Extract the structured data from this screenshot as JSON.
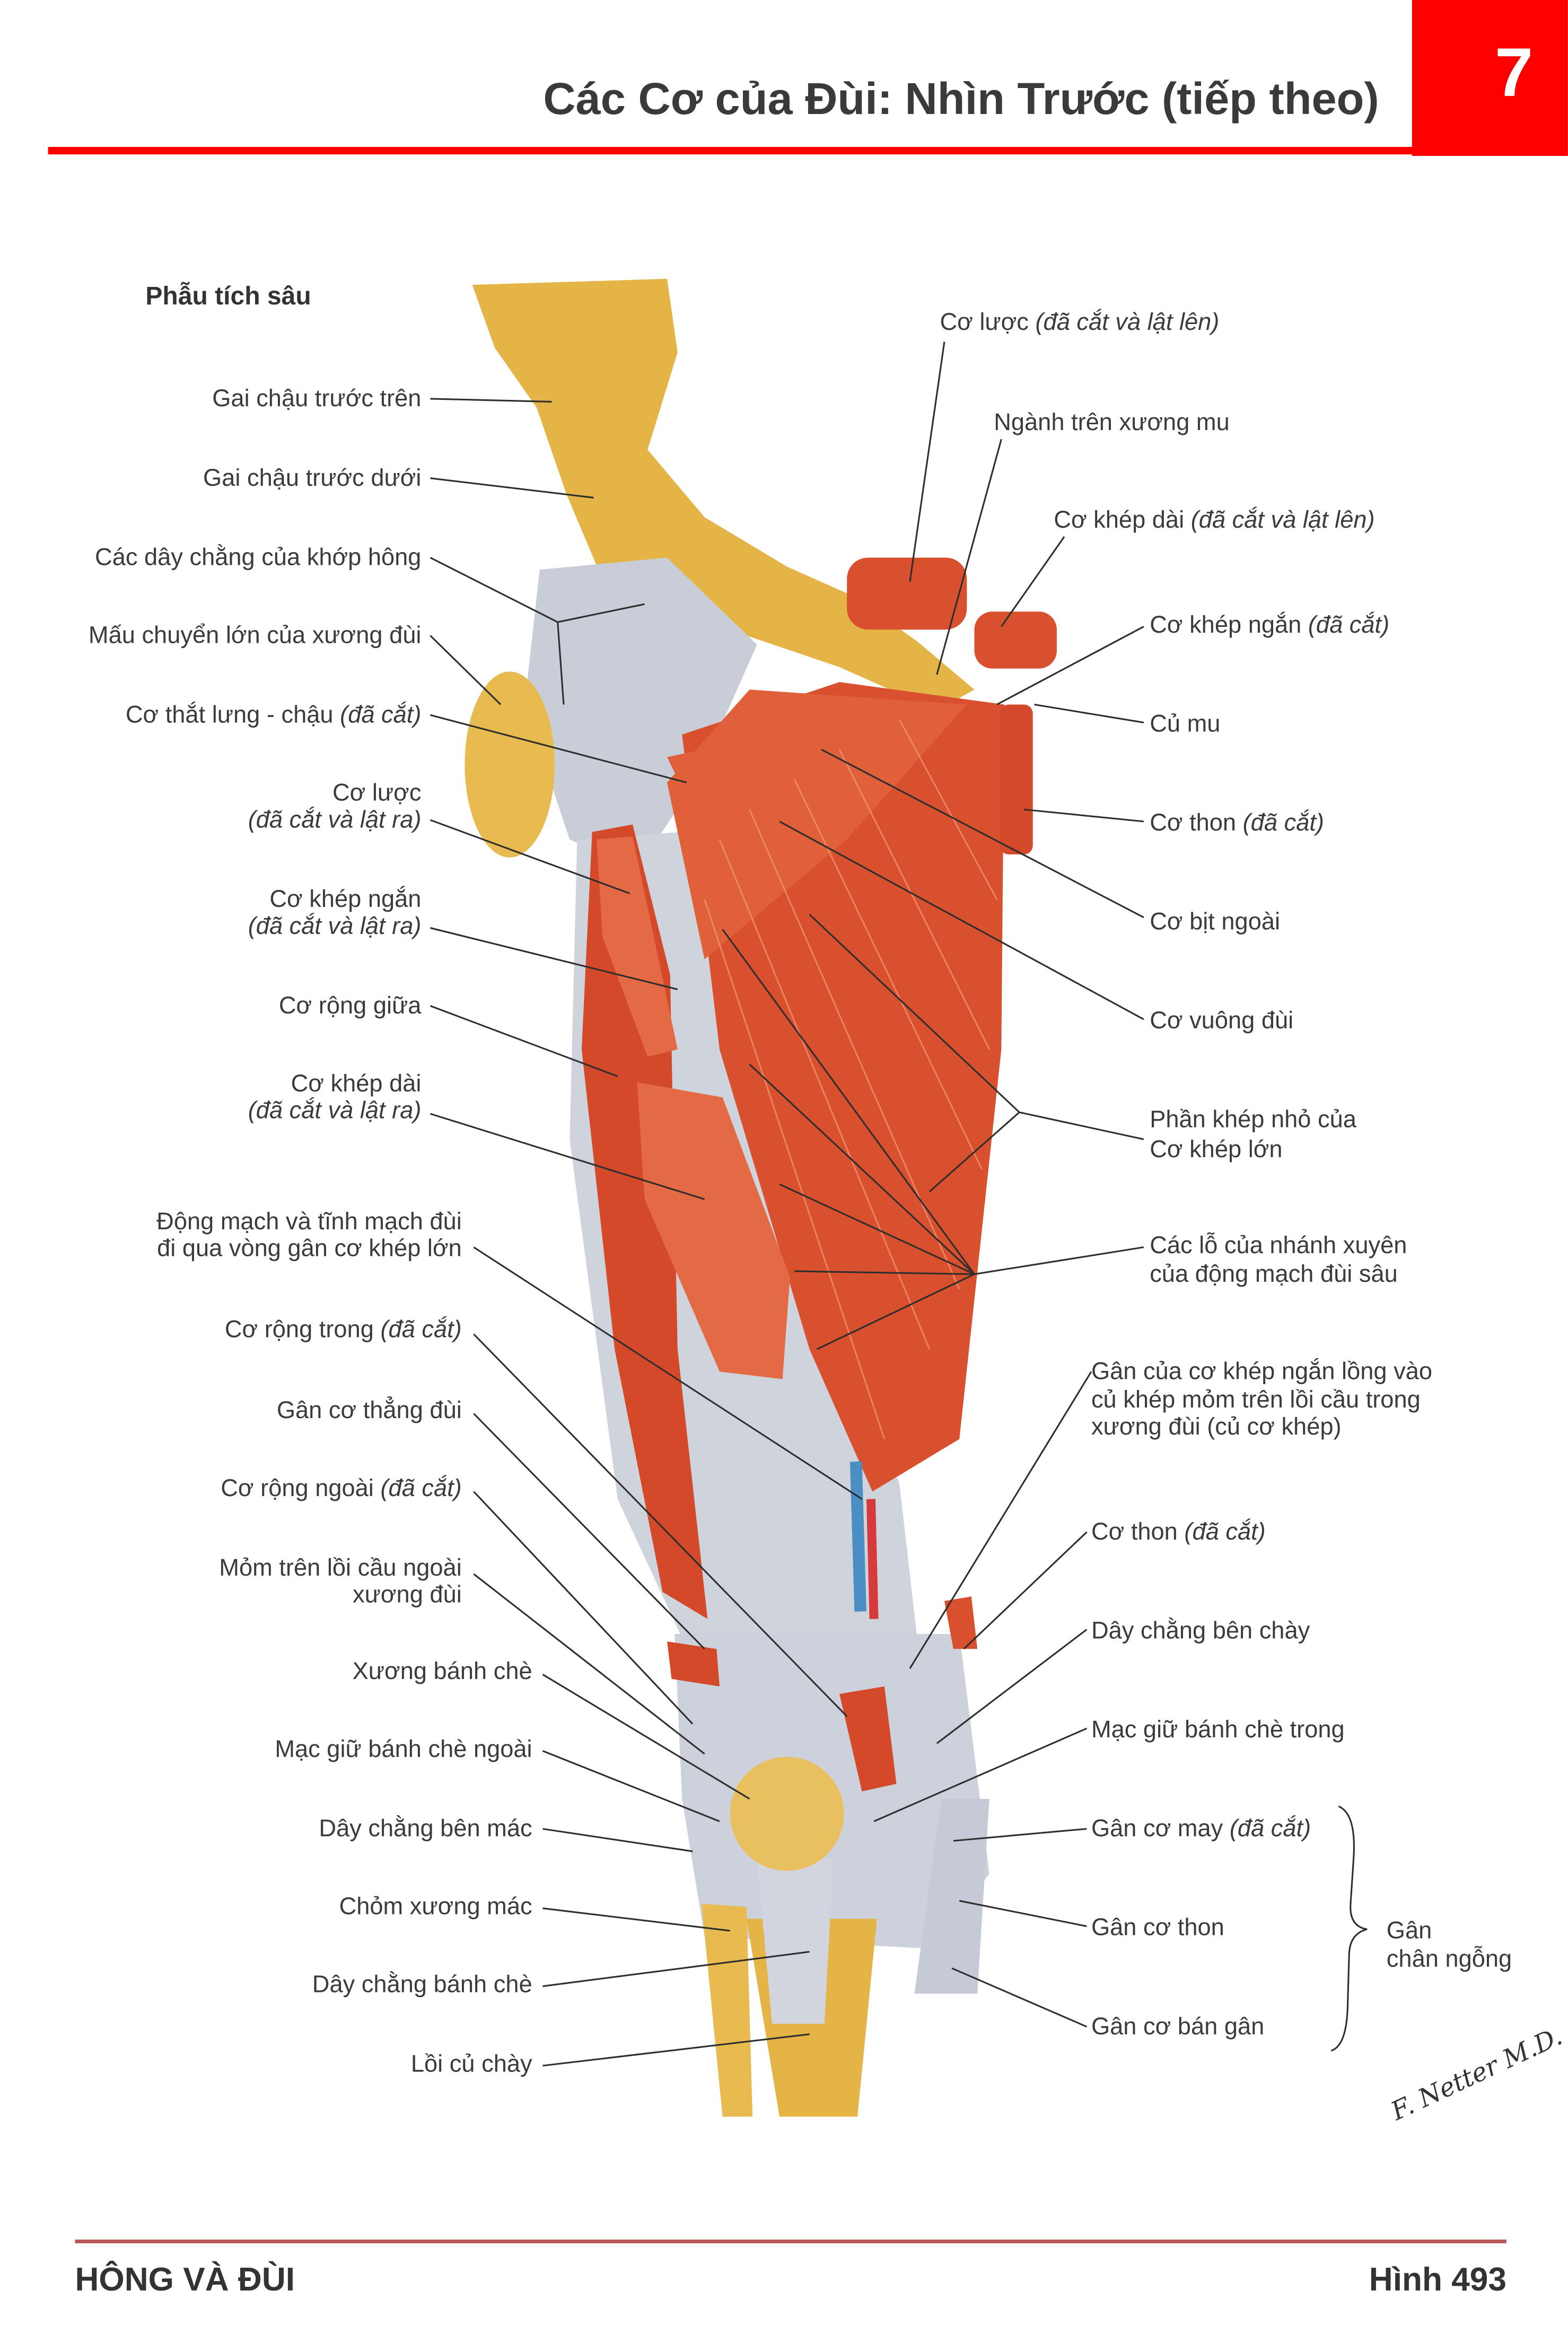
{
  "header": {
    "title": "Các Cơ của Đùi: Nhìn Trước (tiếp theo)",
    "chapter_number": "7",
    "accent_color": "#ff0000"
  },
  "section_title": "Phẫu tích sâu",
  "left_labels": [
    {
      "text": "Gai chậu trước trên"
    },
    {
      "text": "Gai chậu trước dưới"
    },
    {
      "text": "Các dây chằng của khớp hông"
    },
    {
      "text": "Mấu chuyển lớn của xương đùi"
    },
    {
      "text": "Cơ thắt lưng - chậu",
      "note": "(đã cắt)"
    },
    {
      "text": "Cơ lược",
      "note": "(đã cắt và lật ra)"
    },
    {
      "text": "Cơ khép ngắn",
      "note": "(đã cắt và lật ra)"
    },
    {
      "text": "Cơ rộng giữa"
    },
    {
      "text": "Cơ khép dài",
      "note": "(đã cắt và lật ra)"
    },
    {
      "text": "Động mạch và tĩnh mạch đùi",
      "text2": "đi qua vòng gân cơ khép lớn"
    },
    {
      "text": "Cơ rộng trong",
      "note": "(đã cắt)"
    },
    {
      "text": "Gân cơ thẳng đùi"
    },
    {
      "text": "Cơ rộng ngoài",
      "note": "(đã cắt)"
    },
    {
      "text": "Mỏm trên lồi cầu ngoài",
      "text2": "xương đùi"
    },
    {
      "text": "Xương bánh chè"
    },
    {
      "text": "Mạc giữ bánh chè ngoài"
    },
    {
      "text": "Dây chằng bên mác"
    },
    {
      "text": "Chỏm xương mác"
    },
    {
      "text": "Dây chằng bánh chè"
    },
    {
      "text": "Lồi củ chày"
    }
  ],
  "right_labels": [
    {
      "text": "Cơ lược",
      "note": "(đã cắt và lật lên)"
    },
    {
      "text": "Ngành trên xương mu"
    },
    {
      "text": "Cơ khép dài",
      "note": "(đã cắt và lật lên)"
    },
    {
      "text": "Cơ khép ngắn",
      "note": "(đã cắt)"
    },
    {
      "text": "Củ mu"
    },
    {
      "text": "Cơ thon",
      "note": "(đã cắt)"
    },
    {
      "text": "Cơ bịt ngoài"
    },
    {
      "text": "Cơ vuông đùi"
    },
    {
      "text": "Phần khép nhỏ của",
      "text2": "Cơ khép lớn"
    },
    {
      "text": "Các lỗ của nhánh xuyên",
      "text2": "của động mạch đùi sâu"
    },
    {
      "text": "Gân của cơ khép ngắn lồng vào",
      "text2": "củ khép mỏm trên lồi cầu trong",
      "text3": "xương đùi (củ cơ khép)"
    },
    {
      "text": "Cơ thon",
      "note": "(đã cắt)"
    },
    {
      "text": "Dây chằng bên chày"
    },
    {
      "text": "Mạc giữ bánh chè trong"
    },
    {
      "text": "Gân cơ may",
      "note": "(đã cắt)"
    },
    {
      "text": "Gân cơ thon"
    },
    {
      "text": "Gân cơ bán gân"
    }
  ],
  "group_label": {
    "line1": "Gân",
    "line2": "chân ngỗng"
  },
  "signature": "F. Netter M.D.",
  "footer": {
    "section": "HÔNG VÀ ĐÙI",
    "figure": "Hình 493"
  }
}
